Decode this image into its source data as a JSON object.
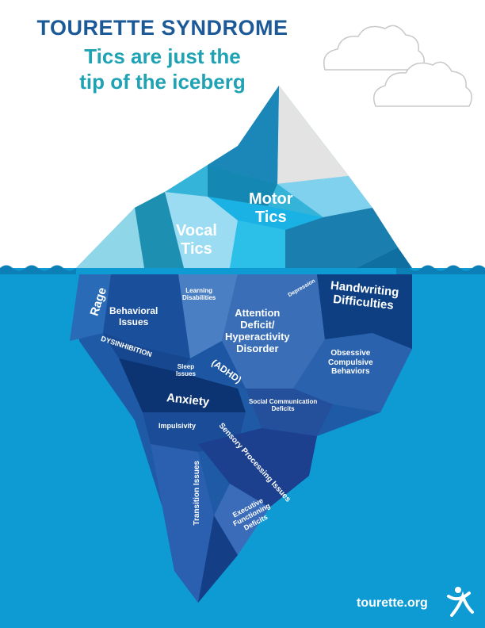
{
  "header": {
    "title": "TOURETTE SYNDROME",
    "subtitle_line1": "Tics are just the",
    "subtitle_line2": "tip of the iceberg"
  },
  "iceberg_labels": {
    "vocal_tics": "Vocal\nTics",
    "motor_tics": "Motor\nTics",
    "rage": "Rage",
    "behavioral_issues": "Behavioral\nIssues",
    "learning_disabilities": "Learning\nDisabilities",
    "depression": "Depression",
    "handwriting_difficulties": "Handwriting\nDifficulties",
    "adhd": "Attention\nDeficit/\nHyperactivity\nDisorder",
    "adhd_abbr": "(ADHD)",
    "disinhibition": "DYSINHIBITION",
    "sleep_issues": "Sleep\nIssues",
    "ocd": "Obsessive\nCompulsive\nBehaviors",
    "anxiety": "Anxiety",
    "social_communication": "Social Communication\nDeficits",
    "impulsivity": "Impulsivity",
    "sensory_processing": "Sensory Processing Issues",
    "transition_issues": "Transition Issues",
    "executive_functioning": "Executive\nFunctioning\nDeficits"
  },
  "footer": {
    "url": "tourette.org"
  },
  "colors": {
    "title": "#1b5a96",
    "subtitle": "#1fa3b4",
    "water": "#0e9bd3",
    "cloud": "#ffffff"
  }
}
